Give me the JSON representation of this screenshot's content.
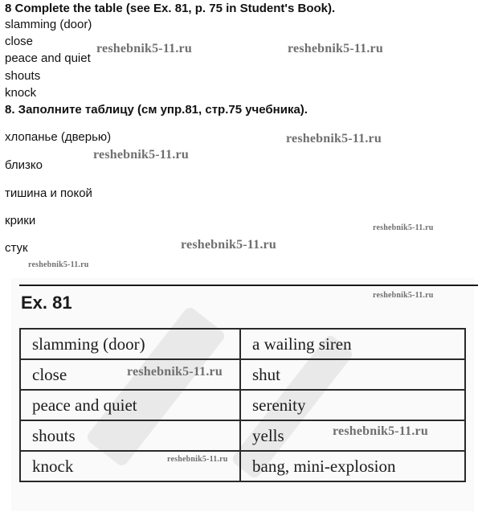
{
  "heading_en": "8 Complete the table (see Ex. 81, p. 75 in Student's Book).",
  "items_en": [
    "slamming (door)",
    "close",
    "peace and quiet",
    "shouts",
    "knock"
  ],
  "heading_ru": "8. Заполните таблицу (см упр.81, стр.75 учебника).",
  "items_ru": [
    "хлопанье (дверью)",
    "близко",
    "тишина и покой",
    "крики",
    "стук"
  ],
  "watermark": "reshebnik5-11.ru",
  "exercise": {
    "title": "Ex. 81",
    "rows": [
      [
        "slamming (door)",
        "a wailing siren"
      ],
      [
        "close",
        "shut"
      ],
      [
        "peace and quiet",
        "serenity"
      ],
      [
        "shouts",
        "yells"
      ],
      [
        "knock",
        "bang, mini-explosion"
      ]
    ]
  }
}
